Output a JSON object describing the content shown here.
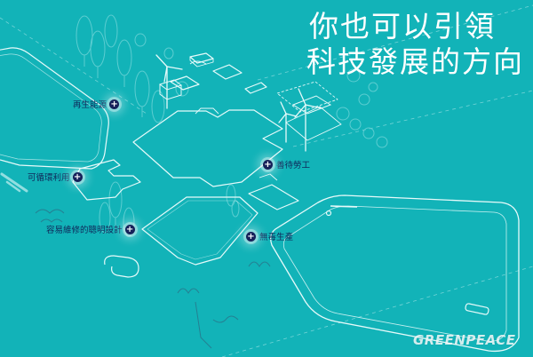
{
  "headline": {
    "line1": "你也可以引領",
    "line2": "科技發展的方向"
  },
  "hotspots": [
    {
      "id": "renewable-energy",
      "label": "再生能源"
    },
    {
      "id": "recyclable",
      "label": "可循環利用"
    },
    {
      "id": "repairable-design",
      "label": "容易維修的聰明設計"
    },
    {
      "id": "fair-labour",
      "label": "善待勞工"
    },
    {
      "id": "toxic-free",
      "label": "無毒生產"
    }
  ],
  "logo": {
    "text": "GREENPEACE"
  },
  "colors": {
    "background": "#12b3b8",
    "line": "#e6fafa",
    "marker": "#16215a",
    "label": "#10285a"
  }
}
